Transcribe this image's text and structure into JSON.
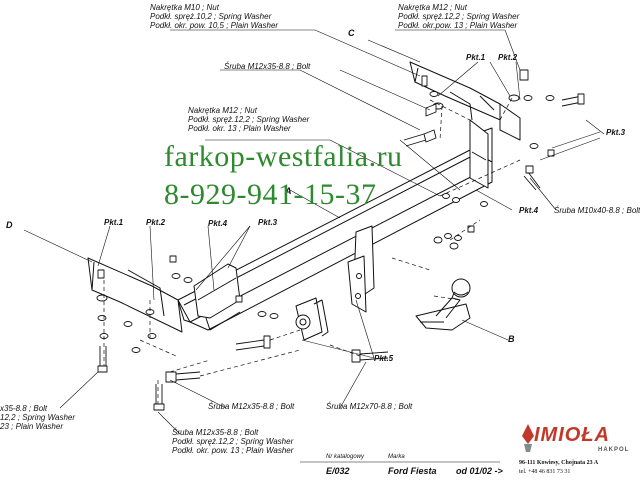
{
  "labels": {
    "nut_m10": [
      "Nakrętka  M10 ; Nut",
      "Podkł. spręż.10,2 ; Spring Washer",
      "Podkł. okr. pow. 10,5 ; Plain Washer"
    ],
    "nut_m12_right": [
      "Nakrętka  M12 ; Nut",
      "Podkł. spręż.12,2 ; Spring Washer",
      "Podkł. okr.pow.  13 ; Plain Washer"
    ],
    "nut_m12_center": [
      "Nakrętka  M12 ; Nut",
      "Podkł. spręż.12,2 ; Spring Washer",
      "Podkł. okr. 13 ; Plain Washer"
    ],
    "bolt_m12x35_top": "Śruba M12x35-8.8 ;  Bolt",
    "bolt_m10x40": "Śruba M10x40-8.8 ;  Bolt",
    "bolt_left_cut": [
      "x35-8.8 ;  Bolt",
      "12,2 ; Spring Washer",
      "23 ; Plain Washer"
    ],
    "bolt_m12x35_mid": "Śruba M12x35-8.8 ;  Bolt",
    "bolt_m12x70": "Śruba M12x70-8.8 ;  Bolt",
    "bolt_bottom": [
      "Śruba M12x35-8.8 ;  Bolt",
      "Podkł. spręż.12,2 ; Spring Washer",
      "Podkł. okr. pow. 13 ; Plain Washer"
    ]
  },
  "points": {
    "right_pkt1": "Pkt.1",
    "right_pkt2": "Pkt.2",
    "right_pkt3": "Pkt.3",
    "right_pkt4": "Pkt.4",
    "left_pkt1": "Pkt.1",
    "left_pkt2": "Pkt.2",
    "left_pkt3": "Pkt.3",
    "left_pkt4": "Pkt.4",
    "pkt5": "Pkt.5"
  },
  "letters": {
    "a": "A",
    "b": "B",
    "c": "C",
    "d": "D"
  },
  "watermark": {
    "site": "farkop-westfalia.ru",
    "phone": "8-929-941-15-37"
  },
  "footer": {
    "catalog_label": "Nr katalogowy",
    "catalog_value": "E/032",
    "brand_label": "Marka",
    "brand_value": "Ford Fiesta",
    "date_value": "od  01/02 ->"
  },
  "logo": {
    "name": "IMIOŁA",
    "sub": "HAKPOL",
    "address": "96-111 Kowiesy, Chojnata 23 A",
    "phone": "tel. +48 46 831 73 31"
  },
  "colors": {
    "watermark": "#2f8a2f",
    "logo": "#c0392b",
    "line": "#111111"
  }
}
